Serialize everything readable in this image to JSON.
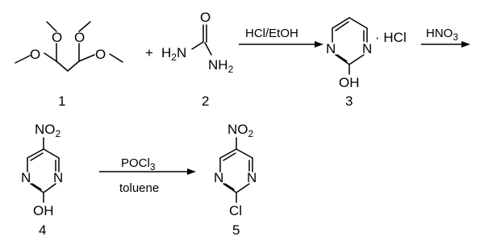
{
  "compounds": {
    "c1": {
      "number": "1",
      "atoms": [
        "O",
        "O",
        "O",
        "O"
      ]
    },
    "plus": "+",
    "c2": {
      "number": "2",
      "h2n": "H",
      "h2n_sub": "2",
      "h2n_n": "N",
      "o": "O",
      "nh2": "NH",
      "nh2_sub": "2"
    },
    "c3": {
      "number": "3",
      "n_left": "N",
      "n_right": "N",
      "oh": "OH",
      "salt": "· HCl"
    },
    "c4": {
      "number": "4",
      "no2": "NO",
      "no2_sub": "2",
      "n_left": "N",
      "n_right": "N",
      "oh": "OH"
    },
    "c5": {
      "number": "5",
      "no2": "NO",
      "no2_sub": "2",
      "n_left": "N",
      "n_right": "N",
      "cl": "Cl"
    }
  },
  "reactions": {
    "r1": {
      "above": "HCl/EtOH",
      "below": ""
    },
    "r2": {
      "above": "HNO",
      "above_sub": "3"
    },
    "r3": {
      "above": "POCl",
      "above_sub": "3",
      "below": "toluene"
    }
  }
}
